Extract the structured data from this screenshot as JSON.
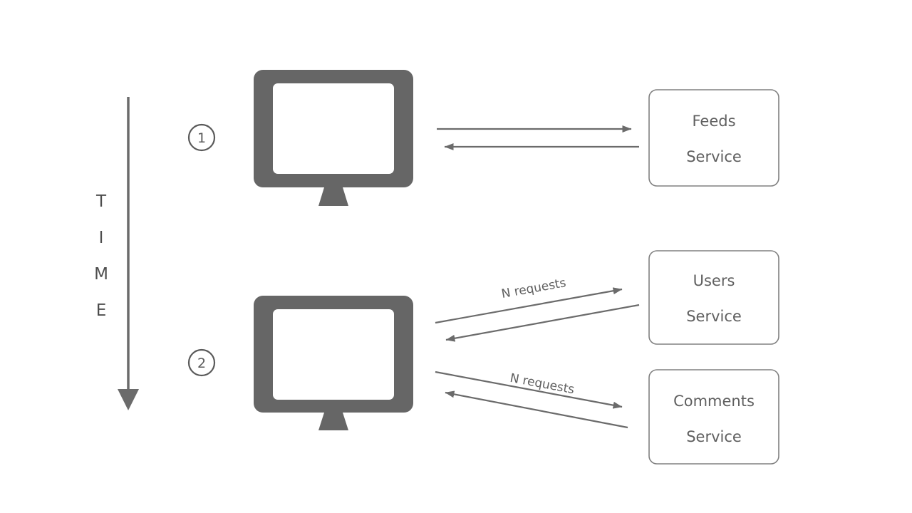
{
  "diagram": {
    "background": "#ffffff",
    "accent_dark": "#666666",
    "accent_line": "#6b6b6b",
    "box_border": "#808080",
    "text_color": "#5f5f5f",
    "time_axis": {
      "label_letters": [
        "T",
        "I",
        "M",
        "E"
      ],
      "direction": "downward"
    },
    "steps": [
      {
        "id": "step-1",
        "number": "1"
      },
      {
        "id": "step-2",
        "number": "2"
      }
    ],
    "clients": [
      {
        "id": "client-1",
        "icon": "monitor-icon"
      },
      {
        "id": "client-2",
        "icon": "monitor-icon"
      }
    ],
    "services": [
      {
        "id": "feeds-service",
        "line1": "Feeds",
        "line2": "Service"
      },
      {
        "id": "users-service",
        "line1": "Users",
        "line2": "Service"
      },
      {
        "id": "comments-service",
        "line1": "Comments",
        "line2": "Service"
      }
    ],
    "arrow_labels": {
      "users_requests": "N requests",
      "comments_requests": "N requests"
    }
  }
}
